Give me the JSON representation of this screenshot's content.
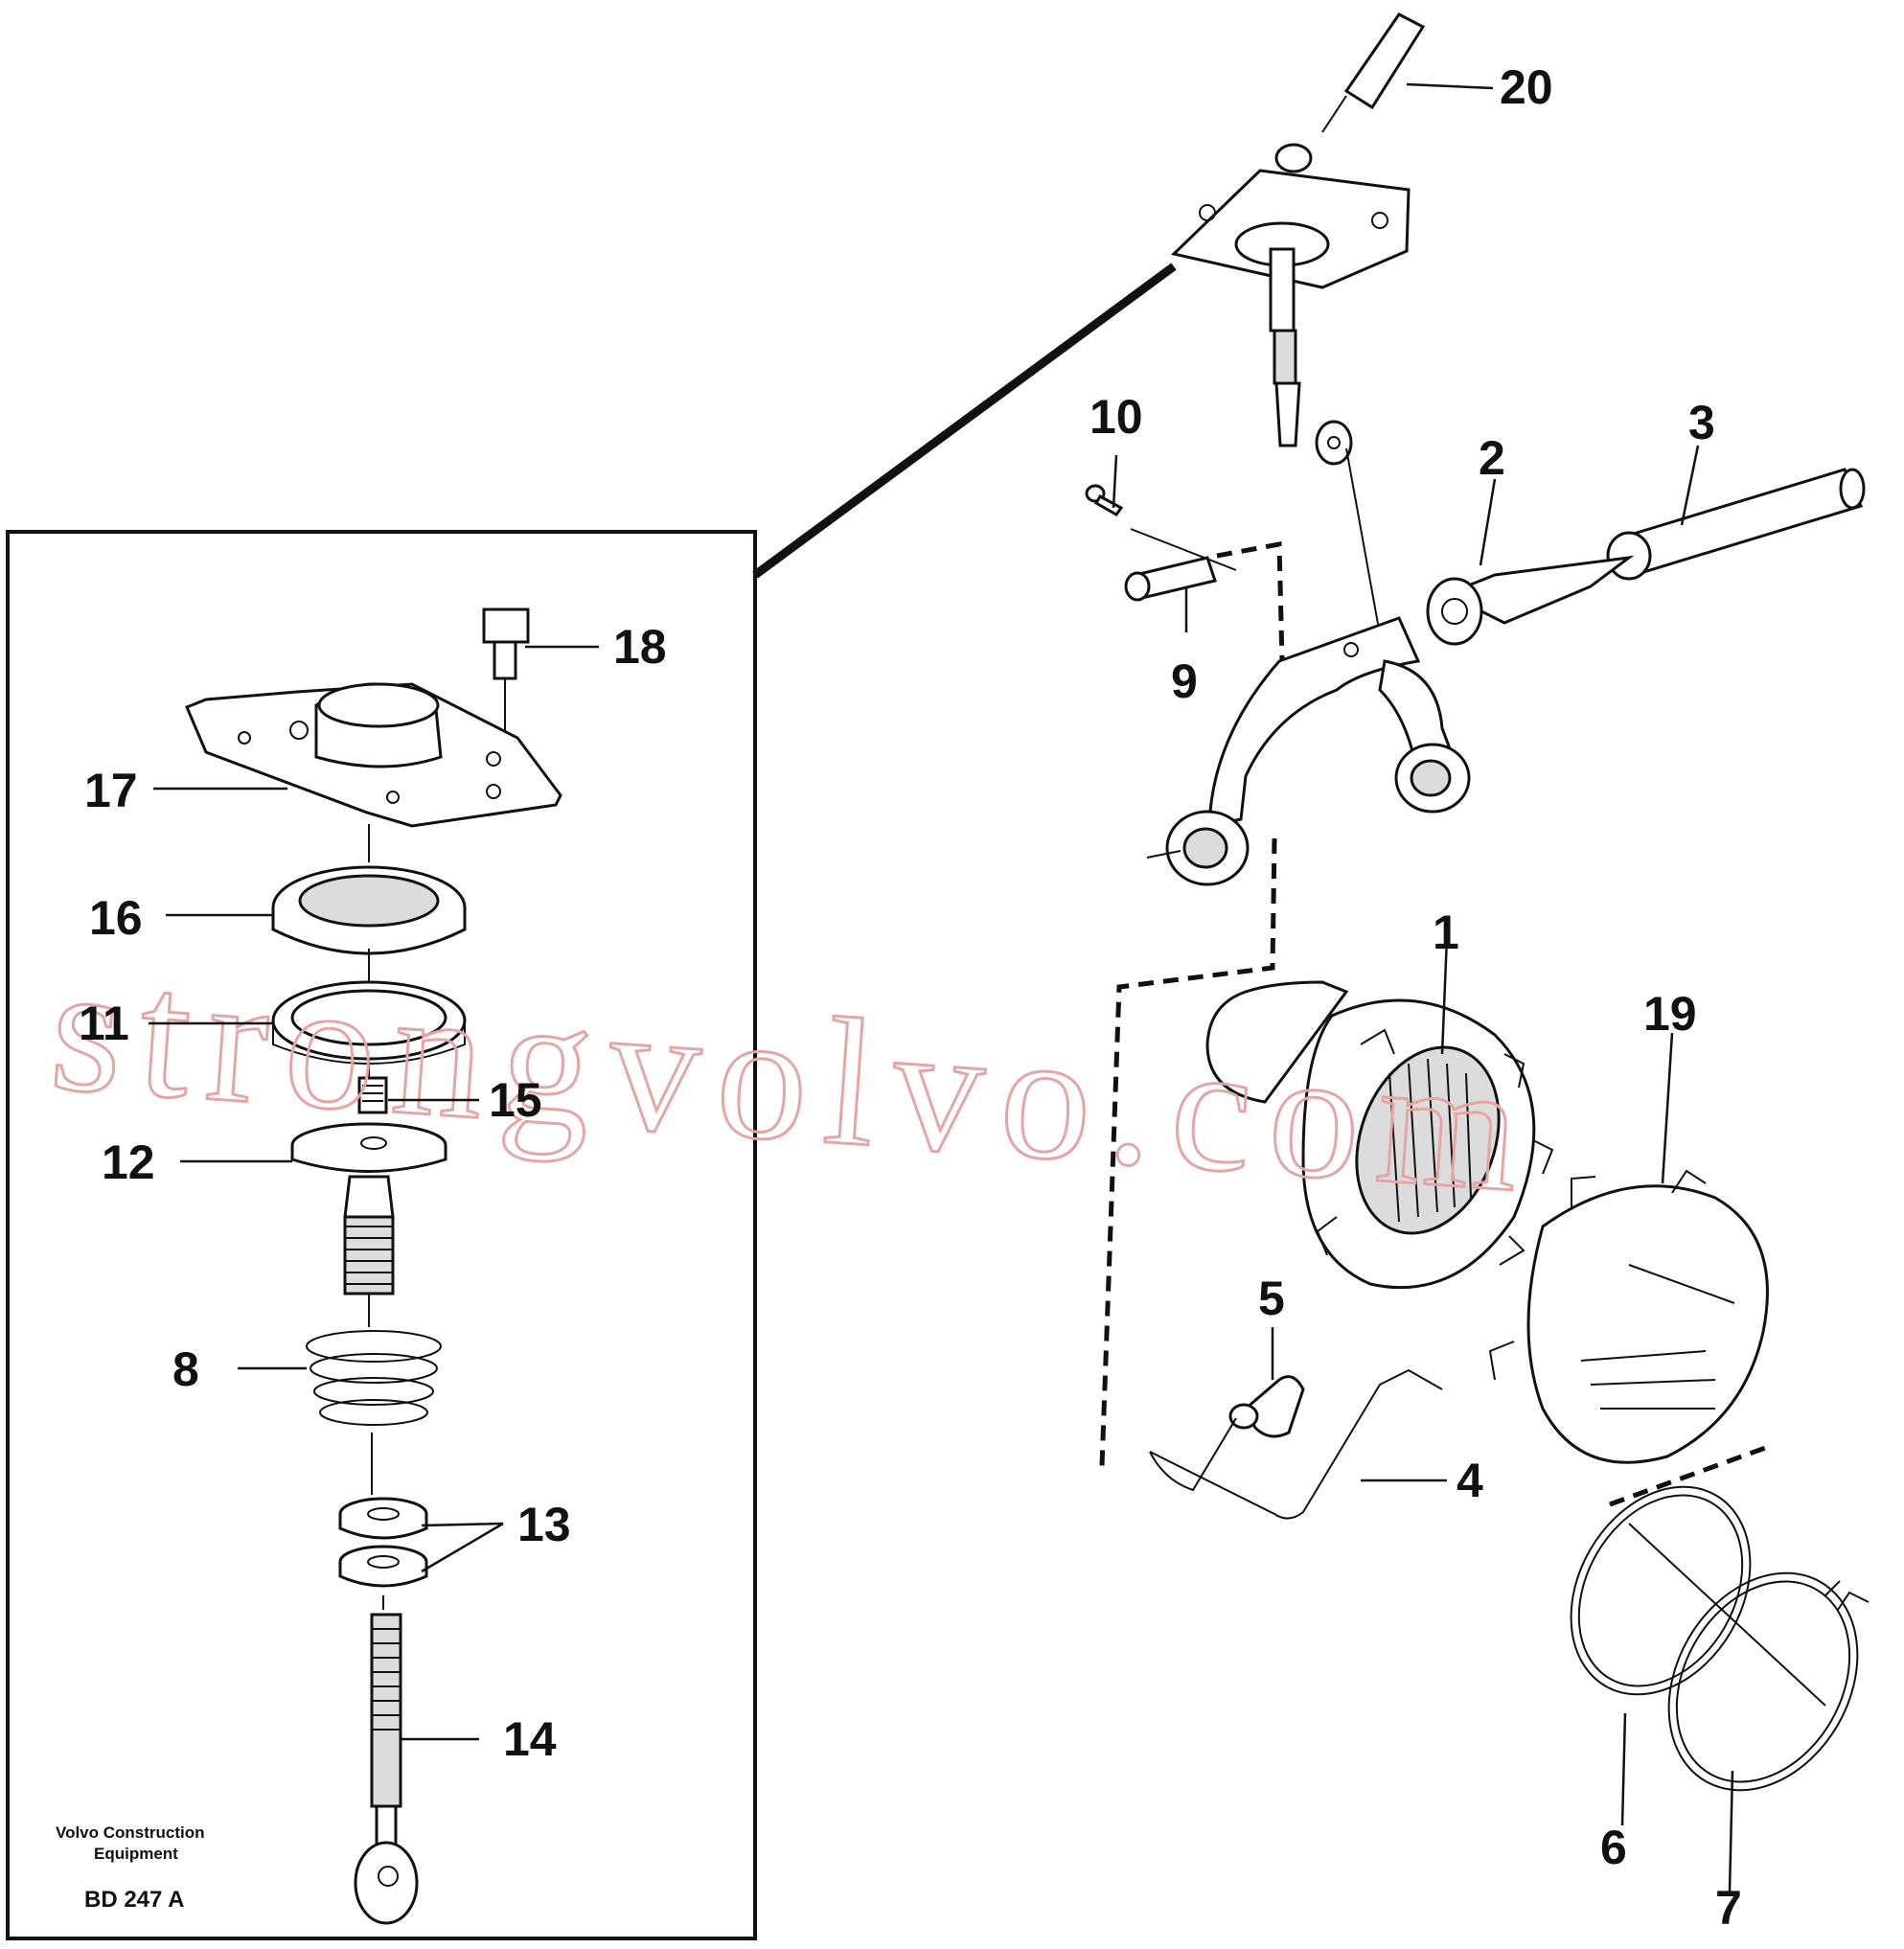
{
  "callouts": [
    {
      "id": "c1",
      "label": "1"
    },
    {
      "id": "c2",
      "label": "2"
    },
    {
      "id": "c3",
      "label": "3"
    },
    {
      "id": "c4",
      "label": "4"
    },
    {
      "id": "c5",
      "label": "5"
    },
    {
      "id": "c6",
      "label": "6"
    },
    {
      "id": "c7",
      "label": "7"
    },
    {
      "id": "c8",
      "label": "8"
    },
    {
      "id": "c9",
      "label": "9"
    },
    {
      "id": "c10",
      "label": "10"
    },
    {
      "id": "c11",
      "label": "11"
    },
    {
      "id": "c12",
      "label": "12"
    },
    {
      "id": "c13",
      "label": "13"
    },
    {
      "id": "c14",
      "label": "14"
    },
    {
      "id": "c15",
      "label": "15"
    },
    {
      "id": "c16",
      "label": "16"
    },
    {
      "id": "c17",
      "label": "17"
    },
    {
      "id": "c18",
      "label": "18"
    },
    {
      "id": "c19",
      "label": "19"
    },
    {
      "id": "c20",
      "label": "20"
    }
  ],
  "credit": {
    "line1": "Volvo Construction",
    "line2": "Equipment"
  },
  "drawing_code": "BD 247 A",
  "watermark": "strongvolvo.com",
  "colors": {
    "ink": "#111111",
    "watermark": "#e6a5a5",
    "background": "#ffffff"
  }
}
